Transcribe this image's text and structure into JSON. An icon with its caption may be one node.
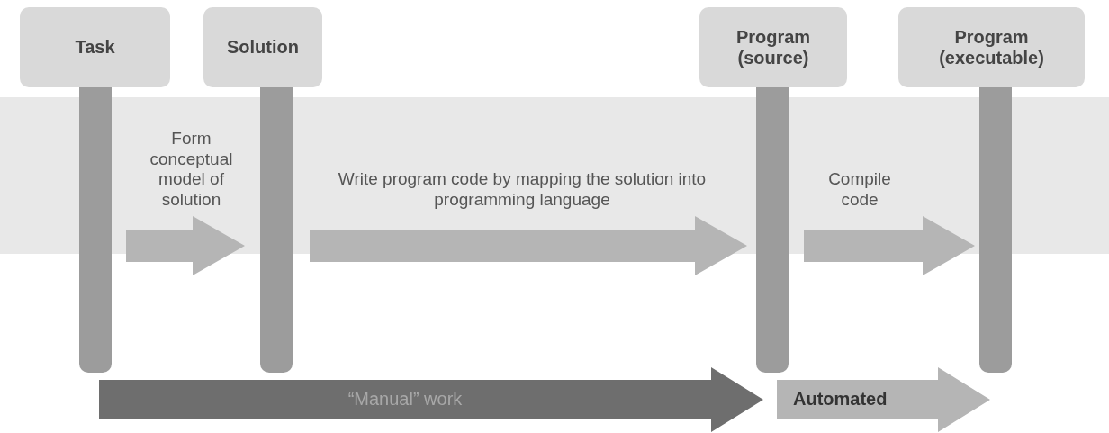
{
  "diagram": {
    "nodes": [
      {
        "text": [
          "Task"
        ]
      },
      {
        "text": [
          "Solution"
        ]
      },
      {
        "text": [
          "Program (source)"
        ]
      },
      {
        "text": [
          "Program (executable)"
        ]
      },
      {
        "text": [],
        "shape": "bar"
      },
      {
        "text": [],
        "shape": "bar"
      },
      {
        "text": [],
        "shape": "bar"
      },
      {
        "text": [],
        "shape": "bar"
      },
      {
        "text": [
          "“Manual” work"
        ]
      },
      {
        "text": [
          "Automated"
        ]
      }
    ],
    "edges": [
      {
        "from": 4,
        "to": 5,
        "arrow": "to",
        "label": "Form conceptual model of solution"
      },
      {
        "from": 5,
        "to": 6,
        "arrow": "to",
        "label": "Write program code by mapping the solution into programming language"
      },
      {
        "from": 6,
        "to": 7,
        "arrow": "to",
        "label": "Compile code"
      }
    ]
  }
}
